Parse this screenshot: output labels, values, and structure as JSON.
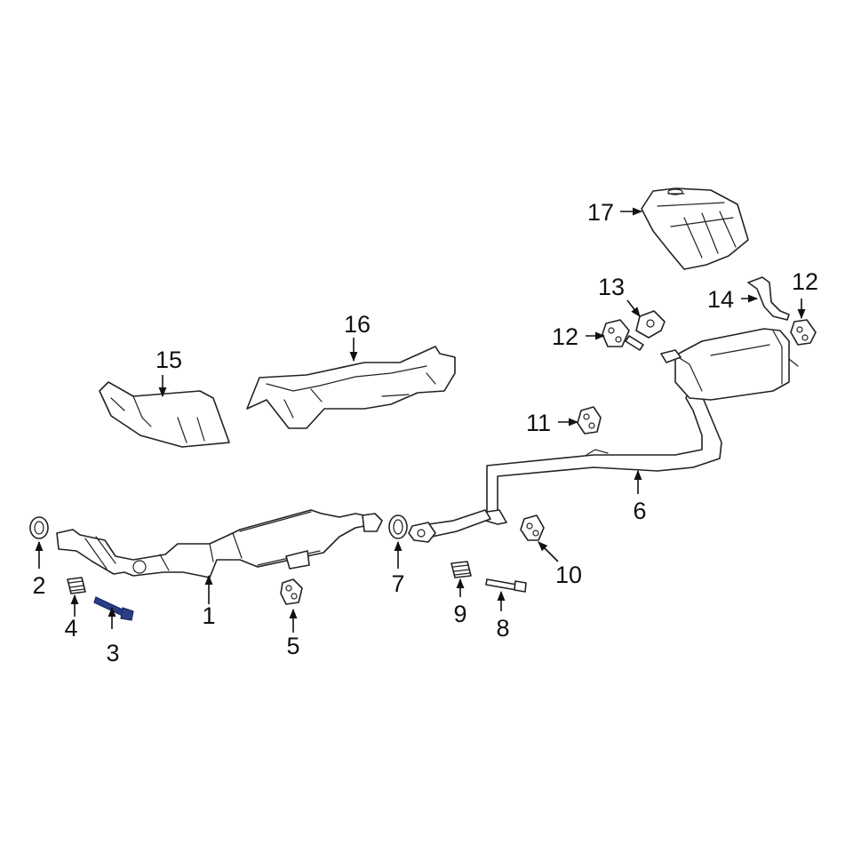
{
  "colors": {
    "line": "#222222",
    "highlight": "#2a3e86",
    "background": "#ffffff"
  },
  "callouts": [
    {
      "id": "1",
      "label": "1"
    },
    {
      "id": "2",
      "label": "2"
    },
    {
      "id": "3",
      "label": "3"
    },
    {
      "id": "4",
      "label": "4"
    },
    {
      "id": "5",
      "label": "5"
    },
    {
      "id": "6",
      "label": "6"
    },
    {
      "id": "7",
      "label": "7"
    },
    {
      "id": "8",
      "label": "8"
    },
    {
      "id": "9",
      "label": "9"
    },
    {
      "id": "10",
      "label": "10"
    },
    {
      "id": "11",
      "label": "11"
    },
    {
      "id": "12a",
      "label": "12"
    },
    {
      "id": "12b",
      "label": "12"
    },
    {
      "id": "13",
      "label": "13"
    },
    {
      "id": "14",
      "label": "14"
    },
    {
      "id": "15",
      "label": "15"
    },
    {
      "id": "16",
      "label": "16"
    },
    {
      "id": "17",
      "label": "17"
    }
  ]
}
